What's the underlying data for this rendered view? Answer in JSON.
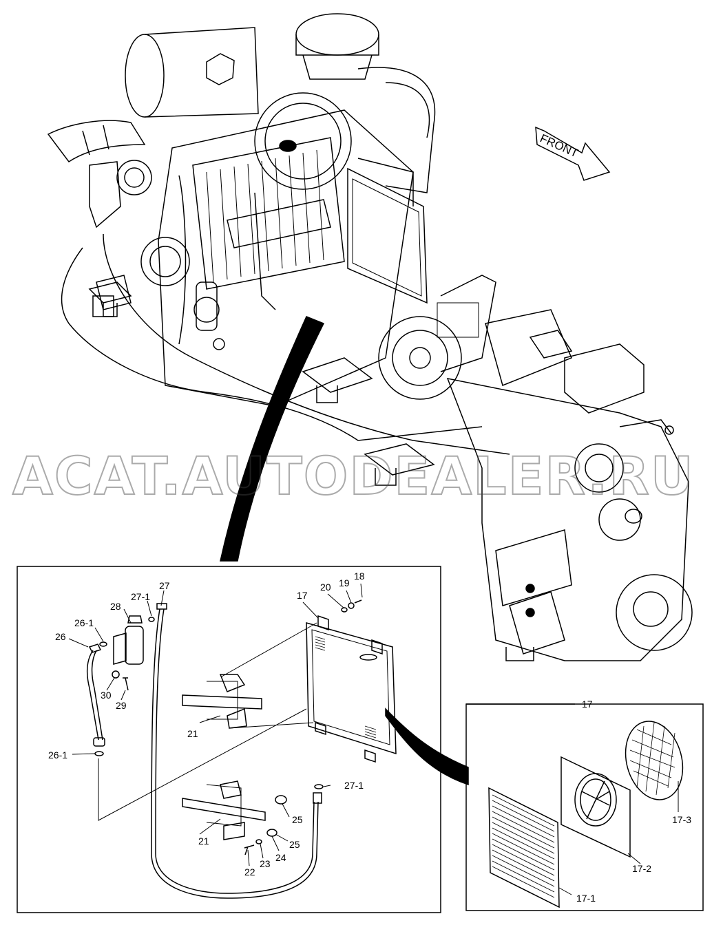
{
  "front_label": "FRONT",
  "watermark": "ACAT.AUTODEALER.RU",
  "detail_header": "17",
  "labels": {
    "l17": "17",
    "l18": "18",
    "l19": "19",
    "l20": "20",
    "l21a": "21",
    "l21b": "21",
    "l22": "22",
    "l23": "23",
    "l24": "24",
    "l25a": "25",
    "l25b": "25",
    "l26": "26",
    "l26_1a": "26-1",
    "l26_1b": "26-1",
    "l27": "27",
    "l27_1a": "27-1",
    "l27_1b": "27-1",
    "l28": "28",
    "l29": "29",
    "l30": "30",
    "l17_1": "17-1",
    "l17_2": "17-2",
    "l17_3": "17-3"
  }
}
